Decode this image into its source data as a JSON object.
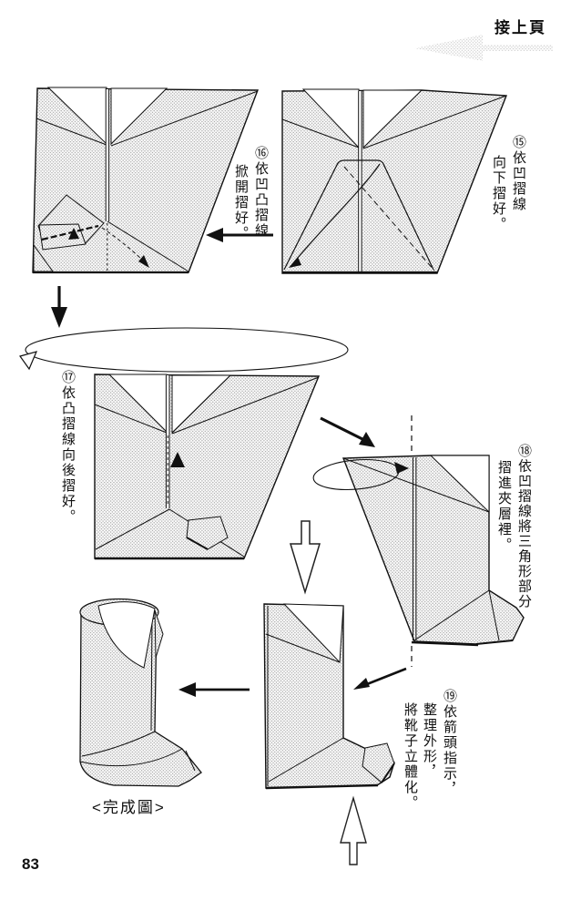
{
  "page": {
    "kind": "origami-instruction-book-page",
    "number": "83",
    "continued_label": "接上頁",
    "completed_figure_label": "<完成圖>"
  },
  "steps": {
    "s15": {
      "number": "⑮",
      "col1": "⑮依凹摺線",
      "col2": "向下摺好。",
      "full_text": "依凹摺線向下摺好。"
    },
    "s16": {
      "number": "⑯",
      "col1": "⑯依凹凸摺線",
      "col2": "掀開摺好。",
      "full_text": "依凹凸摺線掀開摺好。"
    },
    "s17": {
      "number": "⑰",
      "col1": "⑰依凸摺線向後摺好。",
      "full_text": "依凸摺線向後摺好。"
    },
    "s18": {
      "number": "⑱",
      "col1": "⑱依凹摺線將三角形部分",
      "col2": "摺進夾層裡。",
      "full_text": "依凹摺線將三角形部分摺進夾層裡。"
    },
    "s19": {
      "number": "⑲",
      "col1": "⑲依箭頭指示，",
      "col2": "整理外形，",
      "col3": "將靴子立體化。",
      "full_text": "依箭頭指示，整理外形，將靴子立體化。"
    }
  },
  "icons": {
    "continued_arrow": "halftone-left-arrow",
    "step_flow_arrows": [
      "black-left-arrow",
      "black-down-arrow",
      "black-diagonal-arrow",
      "white-outline-down-arrow",
      "white-outline-up-arrow",
      "flip-over-ellipse-arrow",
      "fold-curl-ellipse-arrow"
    ]
  },
  "colors": {
    "ink": "#111111",
    "halftone_dot": "#a8a8a8",
    "header_arrow_dot": "#c9c9c9",
    "paper_white": "#ffffff"
  }
}
